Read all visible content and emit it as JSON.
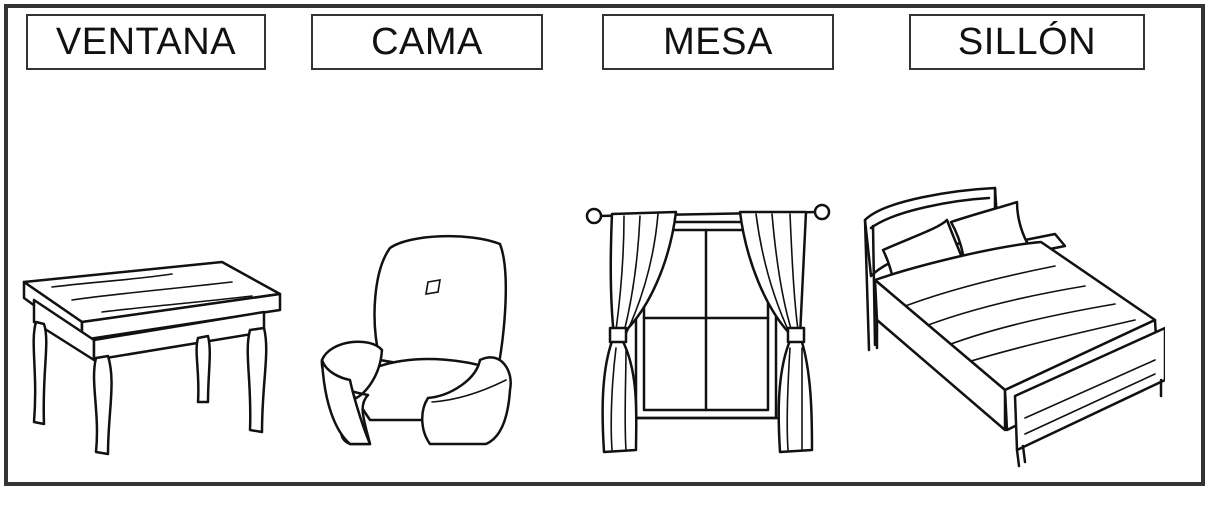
{
  "labels": [
    "VENTANA",
    "CAMA",
    "MESA",
    "SILLÓN"
  ],
  "pictures": [
    {
      "icon": "table-icon"
    },
    {
      "icon": "armchair-icon"
    },
    {
      "icon": "window-curtains-icon"
    },
    {
      "icon": "bed-icon"
    }
  ],
  "colors": {
    "border": "#333333",
    "ink": "#111111",
    "background": "#ffffff"
  }
}
